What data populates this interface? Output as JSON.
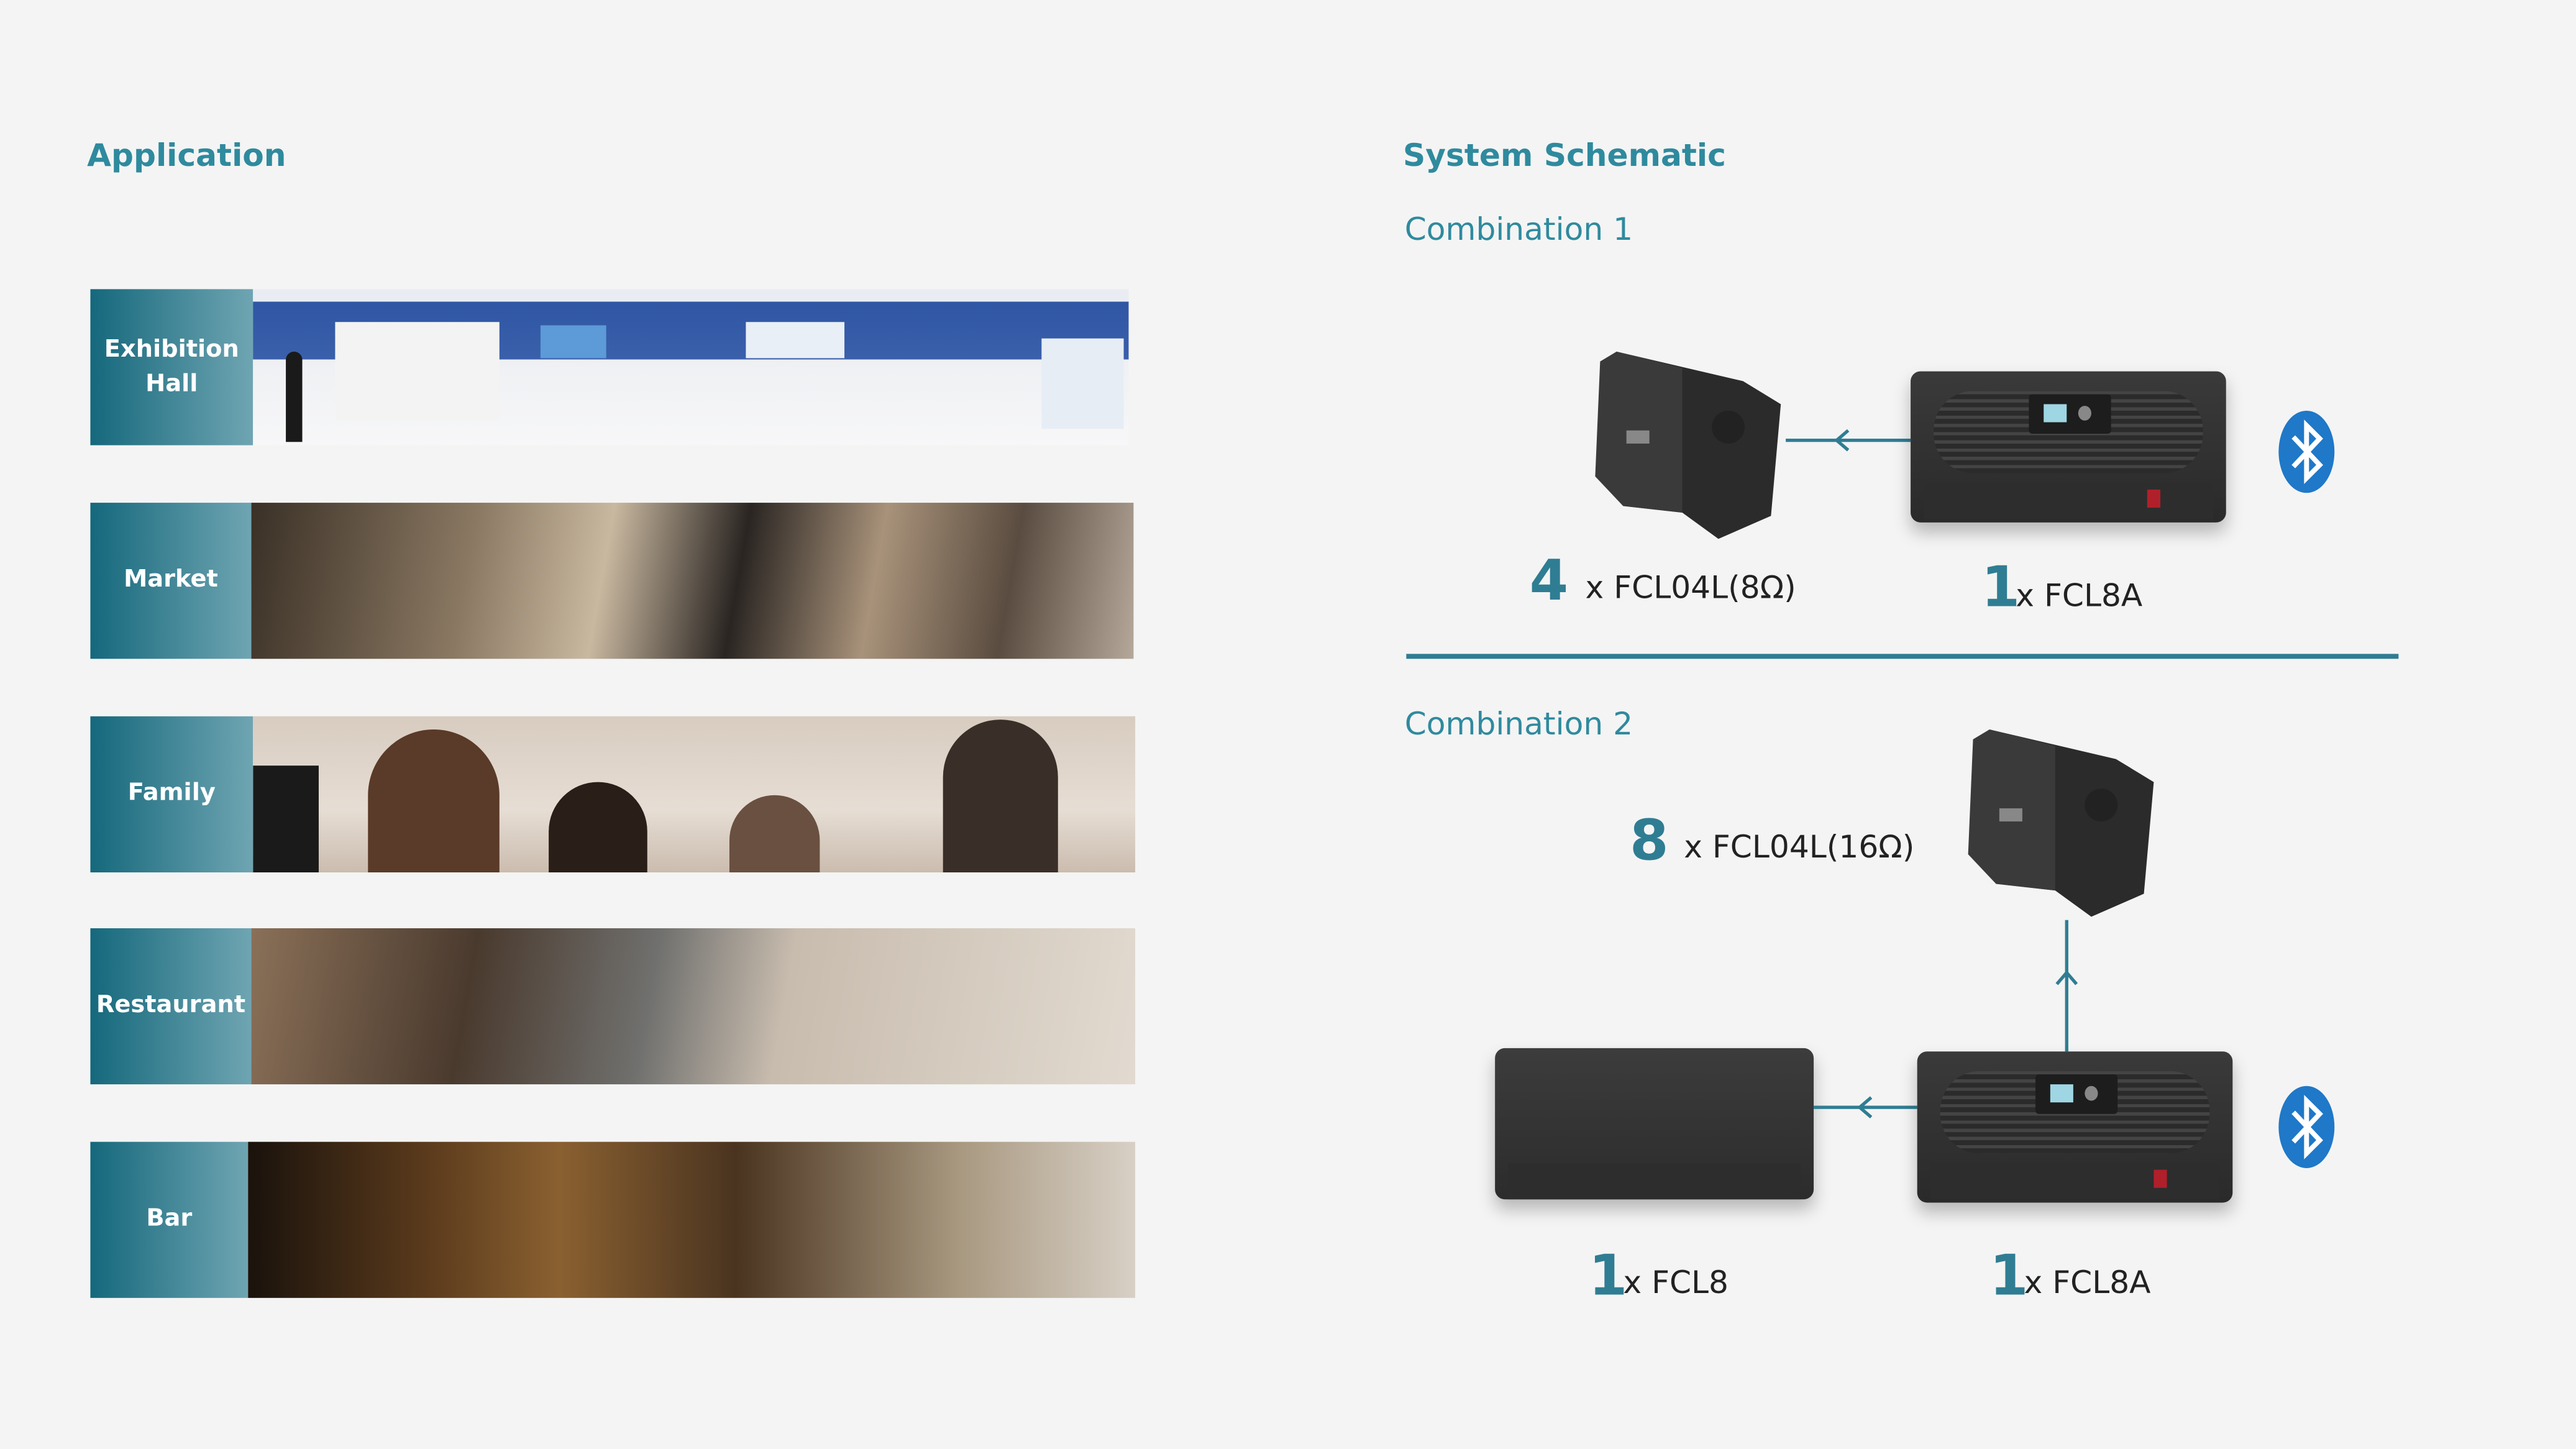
{
  "application": {
    "title": "Application",
    "items": [
      {
        "label": "Exhibition Hall",
        "line1": "Exhibition",
        "line2": "Hall"
      },
      {
        "label": "Market"
      },
      {
        "label": "Family"
      },
      {
        "label": "Restaurant"
      },
      {
        "label": "Bar"
      }
    ]
  },
  "schematic": {
    "title": "System Schematic",
    "combination1": {
      "title": "Combination 1",
      "speaker": {
        "qty": "4",
        "model": "x FCL04L(8Ω)"
      },
      "amplifier": {
        "qty": "1",
        "model": "x FCL8A"
      }
    },
    "combination2": {
      "title": "Combination 2",
      "speaker": {
        "qty": "8",
        "model": "x FCL04L(16Ω)"
      },
      "extension": {
        "qty": "1",
        "model": "x FCL8"
      },
      "amplifier": {
        "qty": "1",
        "model": "x FCL8A"
      }
    }
  },
  "colors": {
    "accent": "#2f8a9e",
    "bluetooth": "#1f78c8"
  }
}
